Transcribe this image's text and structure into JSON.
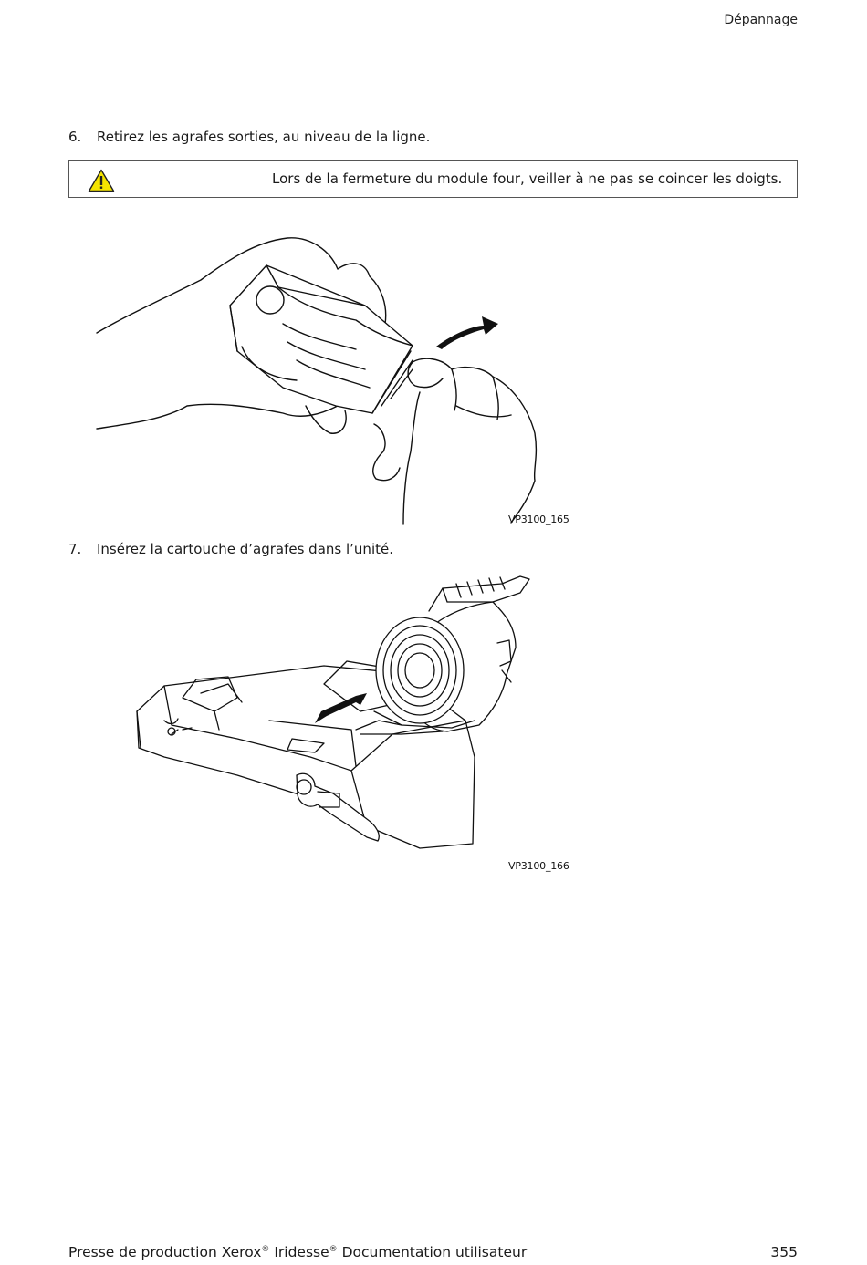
{
  "header": {
    "section_title": "Dépannage"
  },
  "steps": [
    {
      "number": "6.",
      "text": "Retirez les agrafes sorties, au niveau de la ligne."
    },
    {
      "number": "7.",
      "text": "Insérez la cartouche d’agrafes dans l’unité."
    }
  ],
  "warning": {
    "icon": "warning-triangle-icon",
    "text": "Lors de la fermeture du module four, veiller à ne pas se coincer les doigts.",
    "icon_color": "#f5e400"
  },
  "figures": [
    {
      "label": "VP3100_165"
    },
    {
      "label": "VP3100_166"
    }
  ],
  "footer": {
    "doc_title_part1": "Presse de production Xerox",
    "reg1": "®",
    "doc_title_part2": " Iridesse",
    "reg2": "®",
    "doc_title_part3": " Documentation utilisateur",
    "page_number": "355"
  }
}
